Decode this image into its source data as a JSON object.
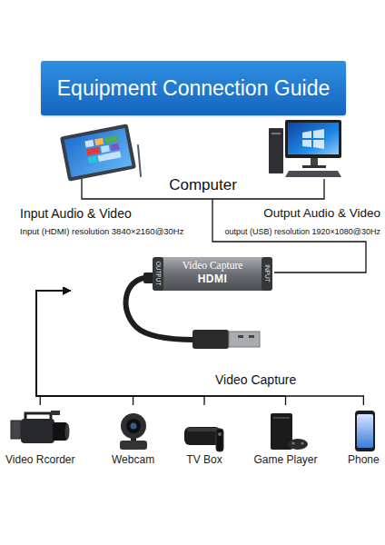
{
  "diagram": {
    "title": "Equipment Connection Guide",
    "nodes": [
      {
        "text": [
          "Computer"
        ]
      },
      {
        "text": [
          "Video Capture",
          "HDMI",
          "OUTPUT",
          "INPUT"
        ]
      },
      {
        "text": [
          "Video Rcorder"
        ]
      },
      {
        "text": [
          "Webcam"
        ]
      },
      {
        "text": [
          "TV Box"
        ]
      },
      {
        "text": [
          "Game Player"
        ]
      },
      {
        "text": [
          "Phone"
        ]
      }
    ],
    "edges": [
      {
        "from": 1,
        "to": 0,
        "arrow": "none"
      },
      {
        "from": 2,
        "to": 1,
        "arrow": "to"
      },
      {
        "from": 3,
        "to": 1,
        "arrow": "to"
      },
      {
        "from": 4,
        "to": 1,
        "arrow": "to"
      },
      {
        "from": 5,
        "to": 1,
        "arrow": "to"
      },
      {
        "from": 6,
        "to": 1,
        "arrow": "to"
      }
    ],
    "labels": [
      "Input Audio & Video",
      "Input (HDMI) resolution 3840×2160@30Hz",
      "Output Audio & Video",
      "output (USB) resolution 1920×1080@30Hz",
      "Video Capture"
    ]
  }
}
